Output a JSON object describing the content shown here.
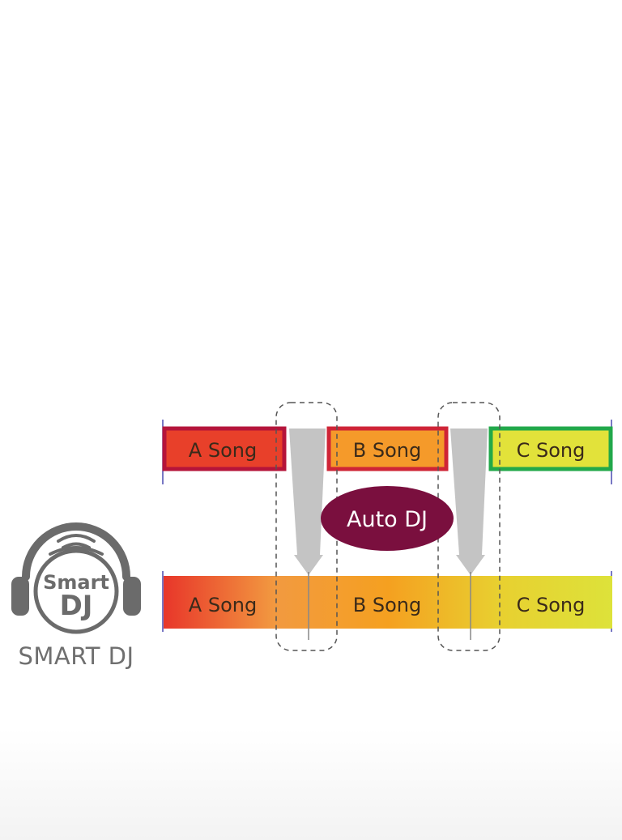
{
  "logo": {
    "word_top": "Smart",
    "word_bottom": "DJ",
    "caption": "SMART DJ"
  },
  "tracks": {
    "top": [
      {
        "label": "A Song",
        "fill": "#e8402a",
        "border": "#b5143a"
      },
      {
        "label": "B Song",
        "fill": "#f59a2a",
        "border": "#cf2436"
      },
      {
        "label": "C Song",
        "fill": "#e2e23a",
        "border": "#22a84a"
      }
    ],
    "bottom": {
      "labels": [
        "A Song",
        "B Song",
        "C Song"
      ],
      "gradient": [
        "#e8362a",
        "#f29a40",
        "#f5a020",
        "#e8d030",
        "#dde23a"
      ]
    }
  },
  "badge": {
    "label": "Auto DJ",
    "color": "#7a0f3e"
  },
  "colors": {
    "arrow": "#c4c4c4",
    "dashed_box": "#555555",
    "tick": "#4a4ab0",
    "logo_gray": "#6b6b6b"
  }
}
